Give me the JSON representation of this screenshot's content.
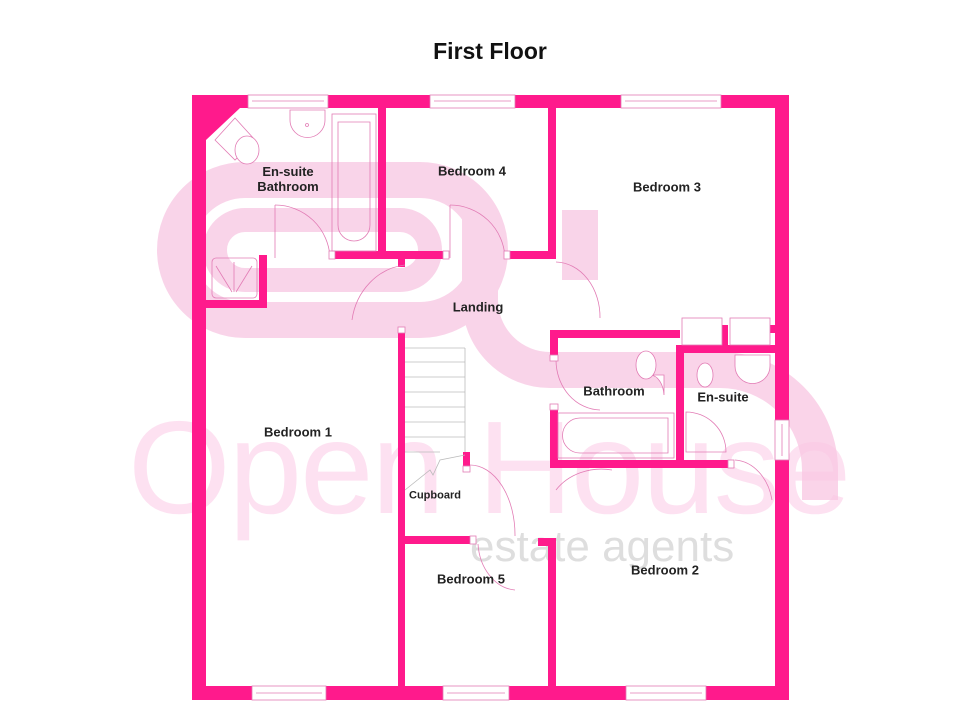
{
  "title": "First Floor",
  "colors": {
    "wall": "#ff1a8c",
    "watermark": "#f6b8dc",
    "fixture_line": "#e27cb5",
    "label_text": "#222222",
    "background": "#ffffff"
  },
  "rooms": [
    {
      "id": "ensuite-bathroom",
      "label": "En-suite Bathroom",
      "line1": "En-suite",
      "line2": "Bathroom"
    },
    {
      "id": "bedroom-4",
      "label": "Bedroom 4"
    },
    {
      "id": "bedroom-3",
      "label": "Bedroom 3"
    },
    {
      "id": "landing",
      "label": "Landing"
    },
    {
      "id": "bathroom",
      "label": "Bathroom"
    },
    {
      "id": "ensuite",
      "label": "En-suite"
    },
    {
      "id": "bedroom-1",
      "label": "Bedroom 1"
    },
    {
      "id": "cupboard",
      "label": "Cupboard"
    },
    {
      "id": "bedroom-5",
      "label": "Bedroom 5"
    },
    {
      "id": "bedroom-2",
      "label": "Bedroom 2"
    }
  ],
  "watermark": {
    "brand": "Open House",
    "tagline": "estate agents",
    "logo": "oh-monogram"
  },
  "icons": [
    "window-icon",
    "door-swing-icon",
    "toilet-icon",
    "sink-icon",
    "bath-icon",
    "shower-tray-icon",
    "staircase-icon",
    "wardrobe-icon"
  ]
}
